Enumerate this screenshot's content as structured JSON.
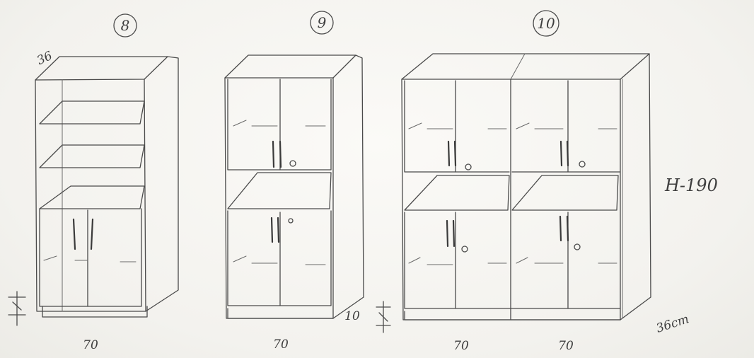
{
  "units": [
    {
      "number": "8",
      "width_label": "70"
    },
    {
      "number": "9",
      "width_label": "70"
    },
    {
      "number": "10",
      "width_labels": [
        "70",
        "70"
      ]
    }
  ],
  "dimensions": {
    "depth_top": "36",
    "height": "H-190",
    "plinth": "10",
    "depth_bottom": "36cm"
  }
}
